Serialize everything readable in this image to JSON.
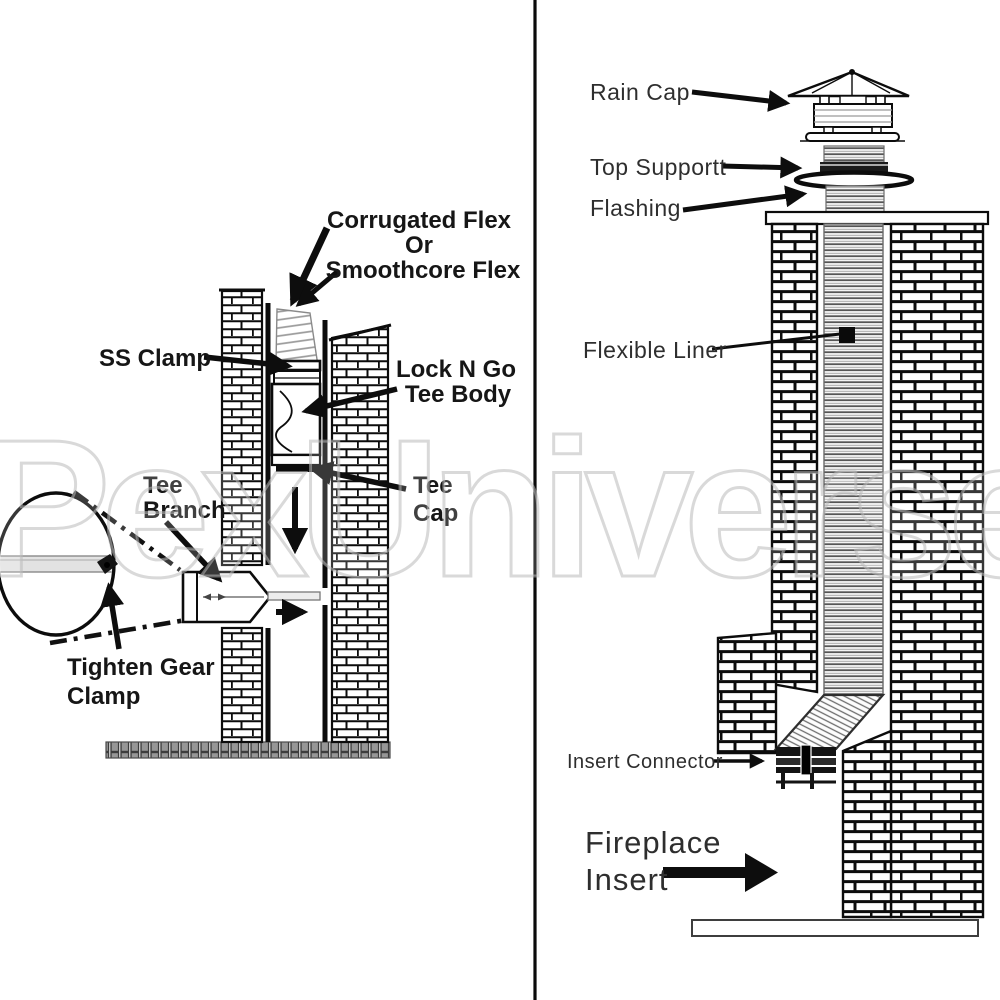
{
  "watermark": {
    "text": "PexUniverse",
    "color": "#bababa"
  },
  "palette": {
    "ink": "#111111",
    "label_text_left": "#161616",
    "label_text_right": "#2e2e2e",
    "liner_gray": "#8a8a8a",
    "ground_gray": "#969696",
    "watermark_gray": "#bababa"
  },
  "left_panel": {
    "labels": {
      "corrugated_1": "Corrugated Flex",
      "corrugated_2": "Or",
      "corrugated_3": "Smoothcore Flex",
      "ss_clamp": "SS Clamp",
      "lock_n_go_1": "Lock N Go",
      "lock_n_go_2": "Tee Body",
      "tee_branch_1": "Tee",
      "tee_branch_2": "Branch",
      "tee_cap_1": "Tee",
      "tee_cap_2": "Cap",
      "tighten_1": "Tighten Gear",
      "tighten_2": "Clamp"
    }
  },
  "right_panel": {
    "labels": {
      "rain_cap": "Rain Cap",
      "top_support": "Top Supportt",
      "flashing": "Flashing",
      "flexible_liner": "Flexible Liner",
      "insert_connector": "Insert Connector",
      "fireplace_1": "Fireplace",
      "fireplace_2": "Insert"
    }
  }
}
